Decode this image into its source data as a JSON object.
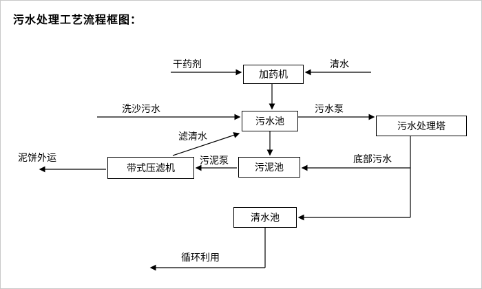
{
  "title": "污水处理工艺流程框图：",
  "nodes": {
    "dosing_machine": "加药机",
    "sewage_pool": "污水池",
    "treatment_tower": "污水处理塔",
    "sludge_pool": "污泥池",
    "belt_filter_press": "带式压滤机",
    "clear_water_pool": "清水池"
  },
  "labels": {
    "dry_agent": "干药剂",
    "clear_water": "清水",
    "sand_washing_sewage": "洗沙污水",
    "sewage_pump": "污水泵",
    "filtered_water": "滤清水",
    "bottom_sewage": "底部污水",
    "sludge_pump": "污泥泵",
    "mud_cake_transport": "泥饼外运",
    "recycling": "循环利用"
  },
  "colors": {
    "line": "#000000",
    "background": "#ffffff"
  }
}
